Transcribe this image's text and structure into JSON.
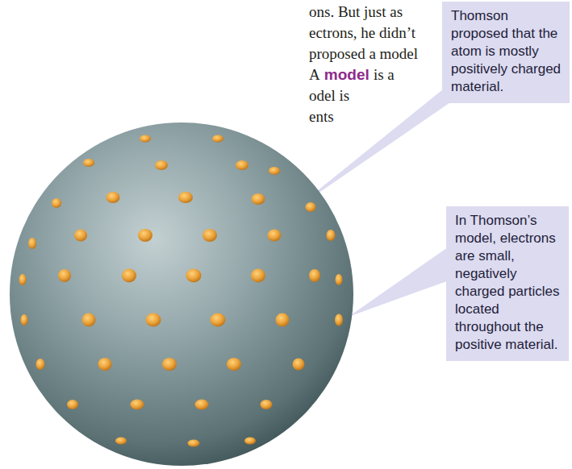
{
  "diagram": {
    "nodes": [
      {
        "text": [
          "Thomson proposed that the atom is mostly positively charged material."
        ]
      },
      {
        "text": [
          "In Thomson’s model, electrons are small, negatively charged particles located throughout the positive material."
        ]
      }
    ],
    "labels": [
      "ons. But just as",
      "ectrons, he didn’t",
      "proposed a model",
      "A",
      "model",
      "is a",
      "odel is",
      "ents"
    ]
  }
}
